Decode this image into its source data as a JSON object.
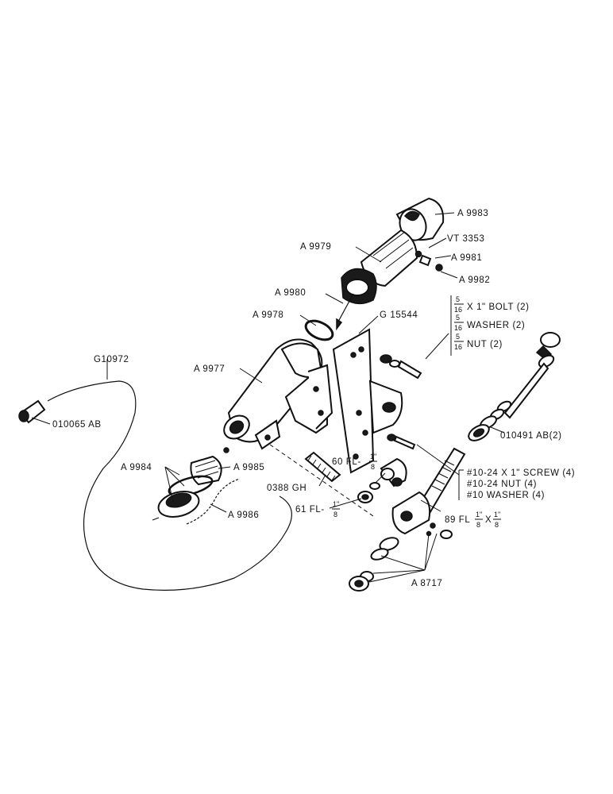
{
  "labels": {
    "A9983": "A 9983",
    "VT3353": "VT 3353",
    "A9979": "A 9979",
    "A9981": "A 9981",
    "A9982": "A 9982",
    "A9980": "A 9980",
    "A9978": "A 9978",
    "G15544": "G 15544",
    "G10972": "G10972",
    "A9977": "A 9977",
    "O10065AB": "010065 AB",
    "A9984": "A 9984",
    "A9985": "A 9985",
    "A9986": "A 9986",
    "O388GH": "0388 GH",
    "FL60": "60 FL-",
    "FL61": "61 FL-",
    "FL89": "89 FL",
    "O10491AB": "010491 AB(2)",
    "A8717": "A 8717"
  },
  "fractions": {
    "five": "5",
    "sixteen": "16",
    "one": "1\"",
    "eight": "8"
  },
  "hardware_bolt": {
    "bolt": "X 1\" BOLT (2)",
    "washer": "WASHER (2)",
    "nut": "NUT (2)"
  },
  "hardware_screw": {
    "screw": "#10-24 X 1\" SCREW (4)",
    "nut": "#10-24 NUT (4)",
    "washer": "#10 WASHER (4)"
  }
}
